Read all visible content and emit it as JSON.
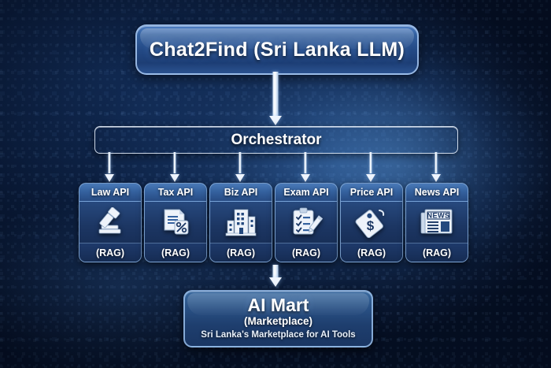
{
  "diagram": {
    "title": "Chat2Find (Sri Lanka LLM)",
    "orchestrator": "Orchestrator",
    "apis": [
      {
        "name": "Law API",
        "icon": "gavel-icon",
        "tag": "(RAG)"
      },
      {
        "name": "Tax API",
        "icon": "tax-document-percent-icon",
        "tag": "(RAG)"
      },
      {
        "name": "Biz API",
        "icon": "office-buildings-icon",
        "tag": "(RAG)"
      },
      {
        "name": "Exam API",
        "icon": "clipboard-checklist-pencil-icon",
        "tag": "(RAG)"
      },
      {
        "name": "Price API",
        "icon": "price-tag-dollar-icon",
        "tag": "(RAG)"
      },
      {
        "name": "News API",
        "icon": "newspaper-icon",
        "tag": "(RAG)"
      }
    ],
    "marketplace": {
      "title": "AI Mart",
      "subtitle": "(Marketplace)",
      "tagline": "Sri Lanka's Marketplace for AI Tools"
    },
    "colors": {
      "background_dark": "#0b1f40",
      "background_mid": "#17407a",
      "box_blue": "#2a5290",
      "box_border": "#a8c8f0",
      "orchestrator_metal": "#93a5bb",
      "arrow_white": "#eef4fd",
      "text_white": "#ffffff"
    }
  }
}
